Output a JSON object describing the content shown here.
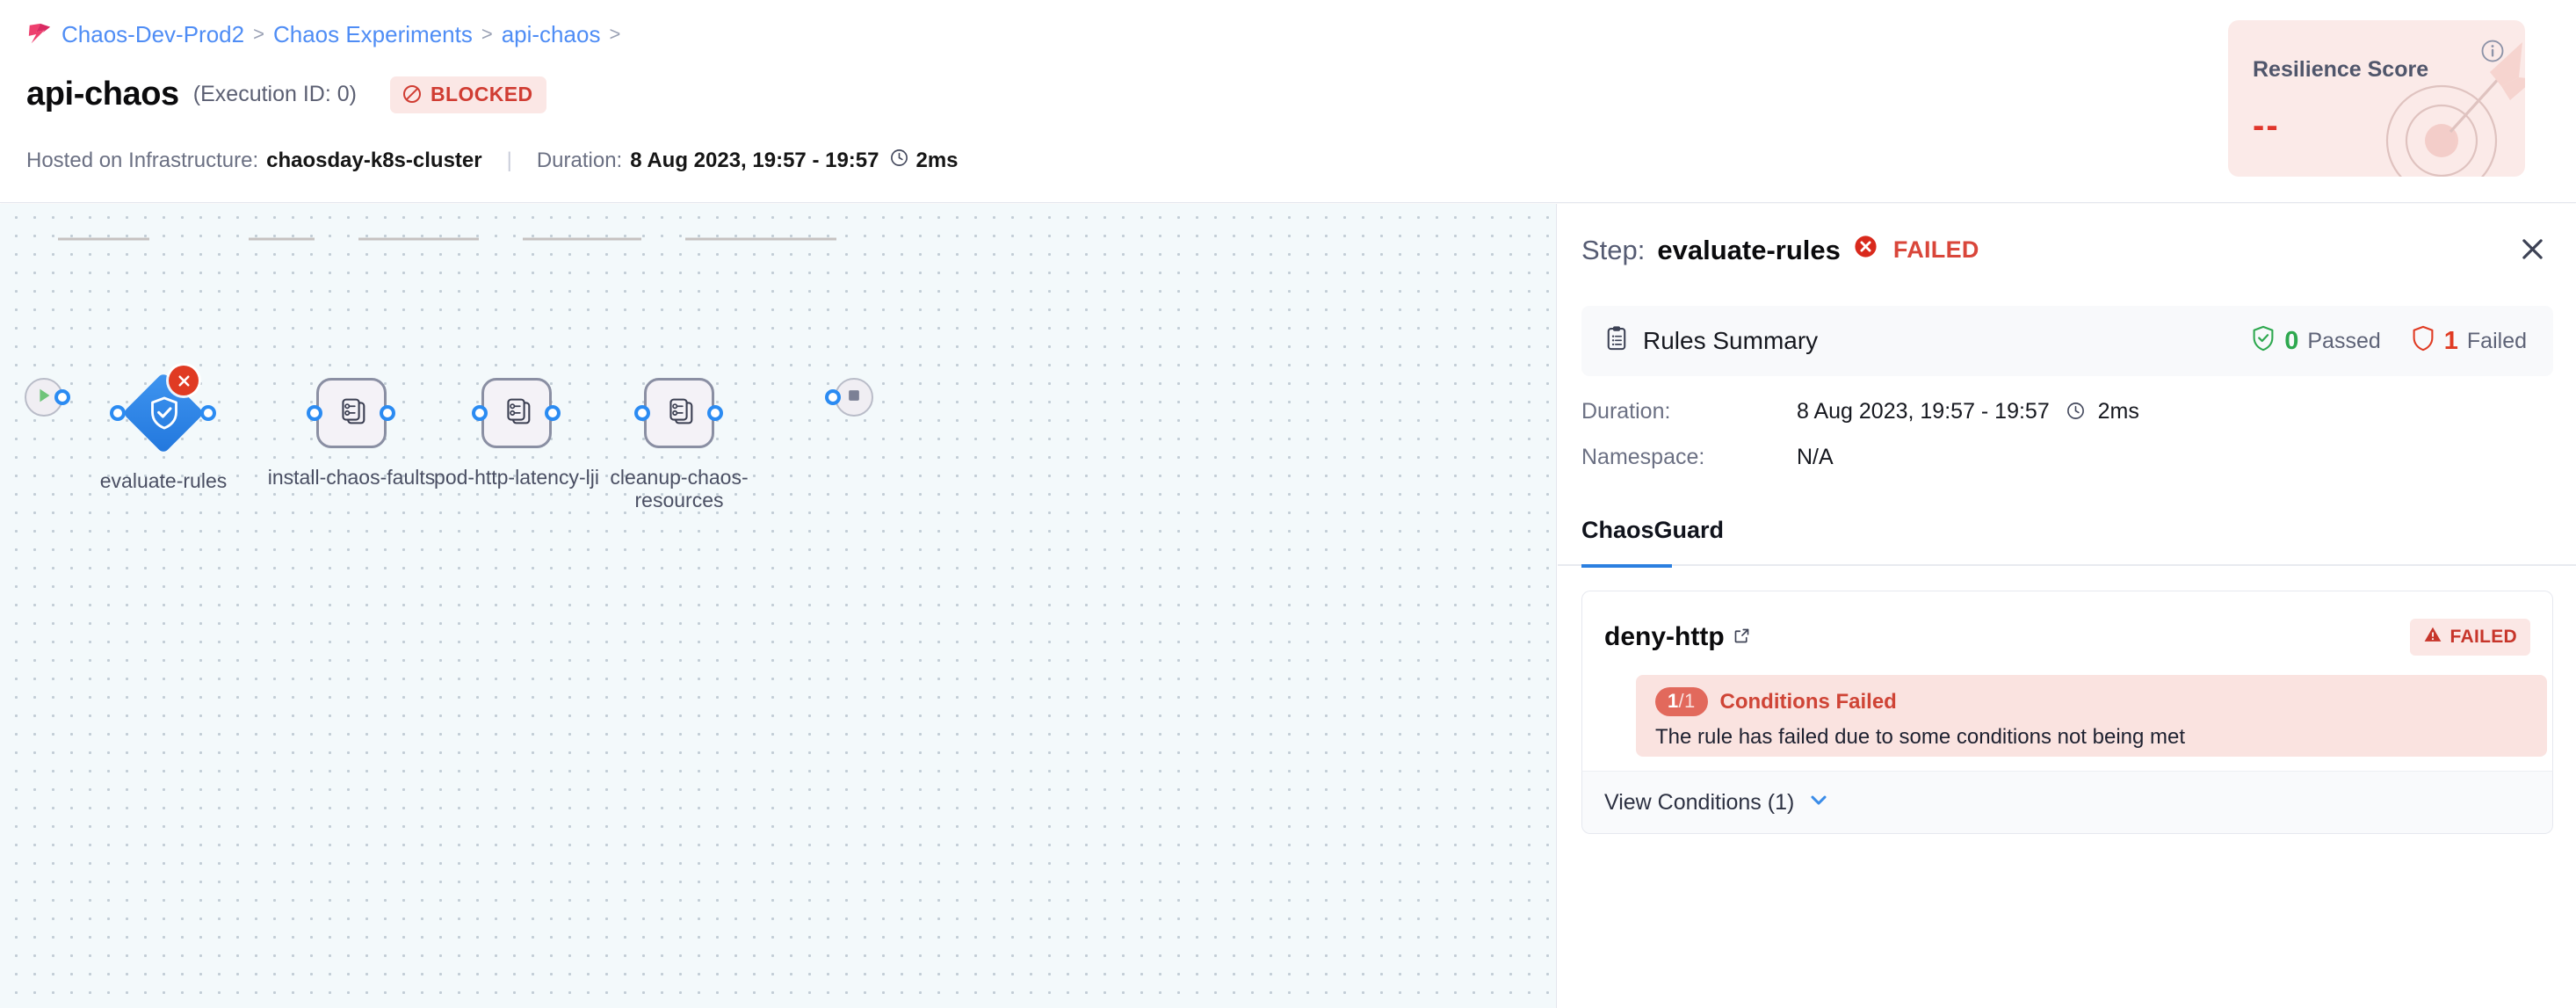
{
  "breadcrumb": {
    "logo_icon": "harness-chaos-logo-icon",
    "items": [
      "Chaos-Dev-Prod2",
      "Chaos Experiments",
      "api-chaos"
    ],
    "separator": ">"
  },
  "header": {
    "title": "api-chaos",
    "execution_id": "(Execution ID: 0)",
    "status_badge": {
      "label": "BLOCKED",
      "icon": "blocked-icon",
      "color": "#d03c32",
      "bg": "#fbe7e5"
    },
    "meta": {
      "infra_label": "Hosted on Infrastructure:",
      "infra_value": "chaosday-k8s-cluster",
      "divider": "|",
      "duration_label": "Duration:",
      "duration_range": "8 Aug 2023, 19:57 - 19:57",
      "duration_value": "2ms",
      "clock_icon": "clock-icon"
    }
  },
  "resilience": {
    "title": "Resilience Score",
    "value": "--",
    "info_icon": "info-icon",
    "art_icon": "target-arrow-icon",
    "bg": "#fbeae8",
    "value_color": "#e0362c"
  },
  "canvas": {
    "start_node": {
      "name": "start-node",
      "icon": "play-icon"
    },
    "end_node": {
      "name": "end-node",
      "icon": "stop-icon"
    },
    "nodes": [
      {
        "label": "evaluate-rules",
        "type": "diamond",
        "icon": "shield-check-icon",
        "status": "failed",
        "badge_icon": "error-x-icon",
        "color": "#2f86ea"
      },
      {
        "label": "install-chaos-faults",
        "type": "box",
        "icon": "chaos-fault-icon",
        "status": "none"
      },
      {
        "label": "pod-http-latency-lji",
        "type": "box",
        "icon": "chaos-fault-icon",
        "status": "none"
      },
      {
        "label": "cleanup-chaos-resources",
        "type": "box",
        "icon": "chaos-fault-icon",
        "status": "none"
      }
    ]
  },
  "panel": {
    "title_prefix": "Step:",
    "step_name": "evaluate-rules",
    "status": "FAILED",
    "status_icon": "error-circle-icon",
    "close_icon": "close-icon",
    "rules_summary": {
      "icon": "clipboard-icon",
      "label": "Rules Summary",
      "passed_icon": "shield-check-green-icon",
      "passed_count": "0",
      "passed_label": "Passed",
      "failed_icon": "shield-red-icon",
      "failed_count": "1",
      "failed_label": "Failed"
    },
    "details": [
      {
        "key": "Duration:",
        "value": "8 Aug 2023, 19:57 - 19:57",
        "extra": "2ms",
        "icon": "clock-icon"
      },
      {
        "key": "Namespace:",
        "value": "N/A",
        "extra": "",
        "icon": ""
      }
    ],
    "tabs": [
      {
        "label": "ChaosGuard",
        "active": true
      }
    ],
    "rule": {
      "name": "deny-http",
      "link_icon": "external-link-icon",
      "status_badge": {
        "label": "FAILED",
        "icon": "warning-triangle-icon"
      },
      "condition": {
        "badge_count": "1",
        "badge_sep": "/",
        "badge_total": "1",
        "title": "Conditions Failed",
        "description": "The rule has failed due to some conditions not being met"
      },
      "footer": {
        "label": "View Conditions (1)",
        "icon": "chevron-down-icon"
      }
    }
  }
}
